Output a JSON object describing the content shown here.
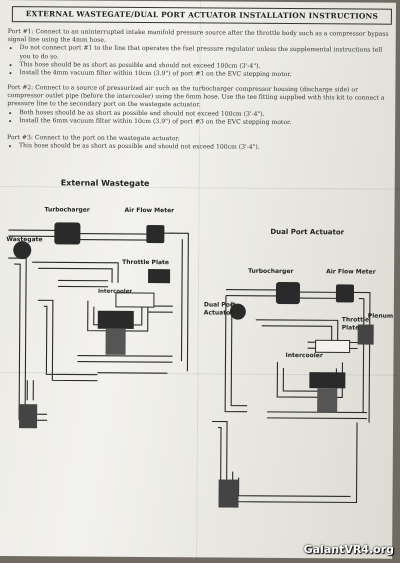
{
  "document": {
    "title": "EXTERNAL WASTEGATE/DUAL PORT ACTUATOR INSTALLATION INSTRUCTIONS",
    "port1": {
      "intro": "Port #1: Connect to an uninterrupted intake manifold pressure source after the throttle body such as a compressor bypass signal line using the 4mm hose.",
      "bullets": [
        "Do not connect port #1 to the line that operates the fuel pressure regulator unless the supplemental instructions tell you to do so.",
        "This hose should be as short as possible and should not exceed 100cm (3'-4\").",
        "Install the 4mm vacuum filter within 10cm (3.9\") of port #1 on the EVC stepping motor."
      ]
    },
    "port2": {
      "intro": "Port #2: Connect to a source of pressurized air such as the turbocharger compressor housing (discharge side) or compressor outlet pipe (before the intercooler) using the 6mm hose. Use the tee fitting supplied with this kit to connect a pressure line to the secondary port on the wastegate actuator.",
      "bullets": [
        "Both hoses should be as short as possible and should not exceed 100cm (3'-4\").",
        "Install the 6mm vacuum filter within 10cm (3.9\") of port #3 on the EVC stepping motor."
      ]
    },
    "port3": {
      "intro": "Port #3: Connect to the port on the wastegate actuator.",
      "bullets": [
        "This hose should be as short as possible and should not exceed 100cm (3'-4\")."
      ]
    }
  },
  "diagram_left": {
    "title": "External Wastegate",
    "labels": {
      "turbocharger": "Turbocharger",
      "air_flow_meter": "Air Flow Meter",
      "wastegate": "Wastegate",
      "throttle_plate": "Throttle Plate",
      "intercooler": "Intercooler"
    }
  },
  "diagram_right": {
    "title": "Dual Port Actuator",
    "labels": {
      "turbocharger": "Turbocharger",
      "air_flow_meter": "Air Flow Meter",
      "dual_port_actuator_line1": "Dual Port",
      "dual_port_actuator_line2": "Actuator",
      "throttle_plate_line1": "Throttle",
      "throttle_plate_line2": "Plate",
      "plenum": "Plenum",
      "intercooler": "Intercooler"
    }
  },
  "watermark": "GalantVR4.org",
  "colors": {
    "paper": "#eeede8",
    "ink": "#2a2a2a",
    "background": "#6f6a62"
  }
}
